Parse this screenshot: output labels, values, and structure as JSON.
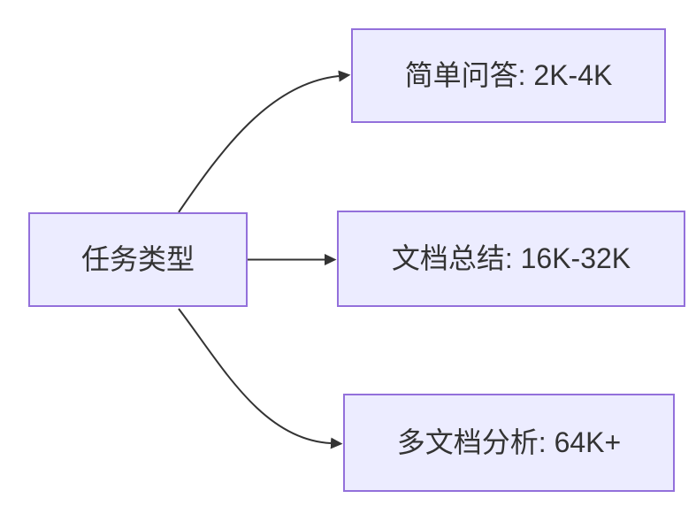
{
  "colors": {
    "background": "#ffffff",
    "node_fill": "#ECECFF",
    "node_border": "#9370DB",
    "edge": "#333333",
    "text": "#333333"
  },
  "nodes": {
    "center": {
      "label": "任务类型"
    },
    "top": {
      "label": "简单问答: 2K-4K"
    },
    "middle": {
      "label": "文档总结: 16K-32K"
    },
    "bottom": {
      "label": "多文档分析: 64K+"
    }
  },
  "edges": [
    {
      "from": "任务类型",
      "to": "简单问答: 2K-4K"
    },
    {
      "from": "任务类型",
      "to": "文档总结: 16K-32K"
    },
    {
      "from": "任务类型",
      "to": "多文档分析: 64K+"
    }
  ]
}
